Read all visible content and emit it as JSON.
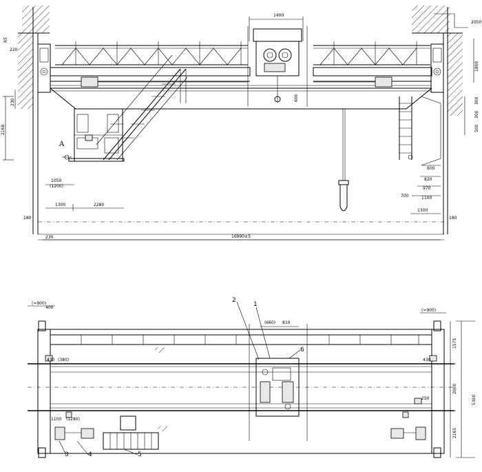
{
  "elevation": {
    "dims": {
      "trolley_width": "1400",
      "span": "16990±5",
      "left_clear": "230",
      "cab_height": "2168",
      "rail_height": "230",
      "angle": "R5",
      "cab_offset_a": "1050",
      "cab_offset_b": "(1200)",
      "cab_left": "1300",
      "cab_width": "2280",
      "edge_left": "180",
      "edge_right": "180",
      "hook_offset": "600",
      "right_a": "600",
      "right_b": "820",
      "right_c": "970",
      "right_d": "1100",
      "right_e": "700",
      "right_f": "1300",
      "right_v1": "300",
      "right_v2": "300",
      "right_v3": "500",
      "right_v4": "1800",
      "right_top": "2050",
      "hook_top": "220"
    },
    "section_label": "A"
  },
  "plan": {
    "dims": {
      "left_top_a": "(≈900)",
      "left_top_b": "400",
      "right_top_a": "(≈900)",
      "trolley_gauge_a": "(660)",
      "trolley_gauge_b": "810",
      "inner_left_a": "430",
      "inner_left_b": "(380)",
      "inner_right": "430",
      "bottom_left_a": "1100",
      "bottom_left_b": "(1280)",
      "bottom_right": "250",
      "right_v_a": "5300",
      "right_v_b": "1575",
      "right_v_c": "2000",
      "right_v_d": "2165"
    },
    "callouts": [
      "1",
      "2",
      "3",
      "4",
      "5",
      "6"
    ]
  }
}
